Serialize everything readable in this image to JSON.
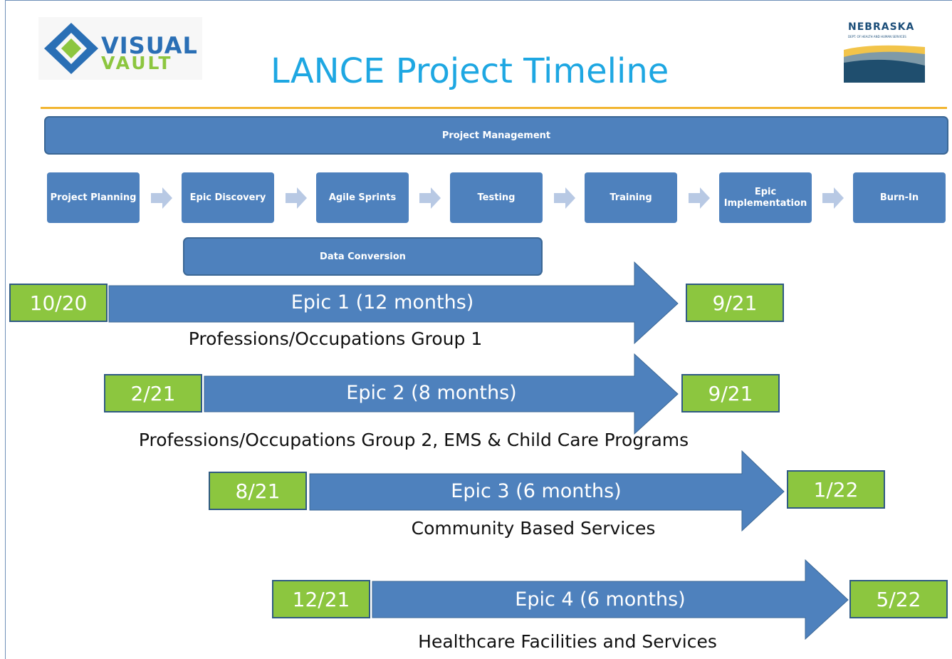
{
  "title": "LANCE Project Timeline",
  "logos": {
    "left": {
      "line1": "VISUAL",
      "line2": "VAULT"
    },
    "right": {
      "name": "NEBRASKA",
      "subtitle": "DEPT. OF HEALTH AND HUMAN SERVICES"
    }
  },
  "bars": {
    "project_management": "Project Management",
    "data_conversion": "Data Conversion"
  },
  "phases": [
    "Project Planning",
    "Epic Discovery",
    "Agile Sprints",
    "Testing",
    "Training",
    "Epic Implementation",
    "Burn-In"
  ],
  "epics": [
    {
      "label": "Epic 1 (12 months)",
      "start": "10/20",
      "end": "9/21",
      "group": "Professions/Occupations Group 1"
    },
    {
      "label": "Epic 2 (8 months)",
      "start": "2/21",
      "end": "9/21",
      "group": "Professions/Occupations Group 2, EMS & Child Care Programs"
    },
    {
      "label": "Epic 3 (6 months)",
      "start": "8/21",
      "end": "1/22",
      "group": "Community Based Services"
    },
    {
      "label": "Epic 4 (6 months)",
      "start": "12/21",
      "end": "5/22",
      "group": "Healthcare Facilities and Services"
    }
  ],
  "colors": {
    "title": "#1ea7e2",
    "phase_fill": "#4e81bd",
    "date_fill": "#8cc63f",
    "rule": "#f2b632",
    "chevron": "#b8c9e4"
  }
}
